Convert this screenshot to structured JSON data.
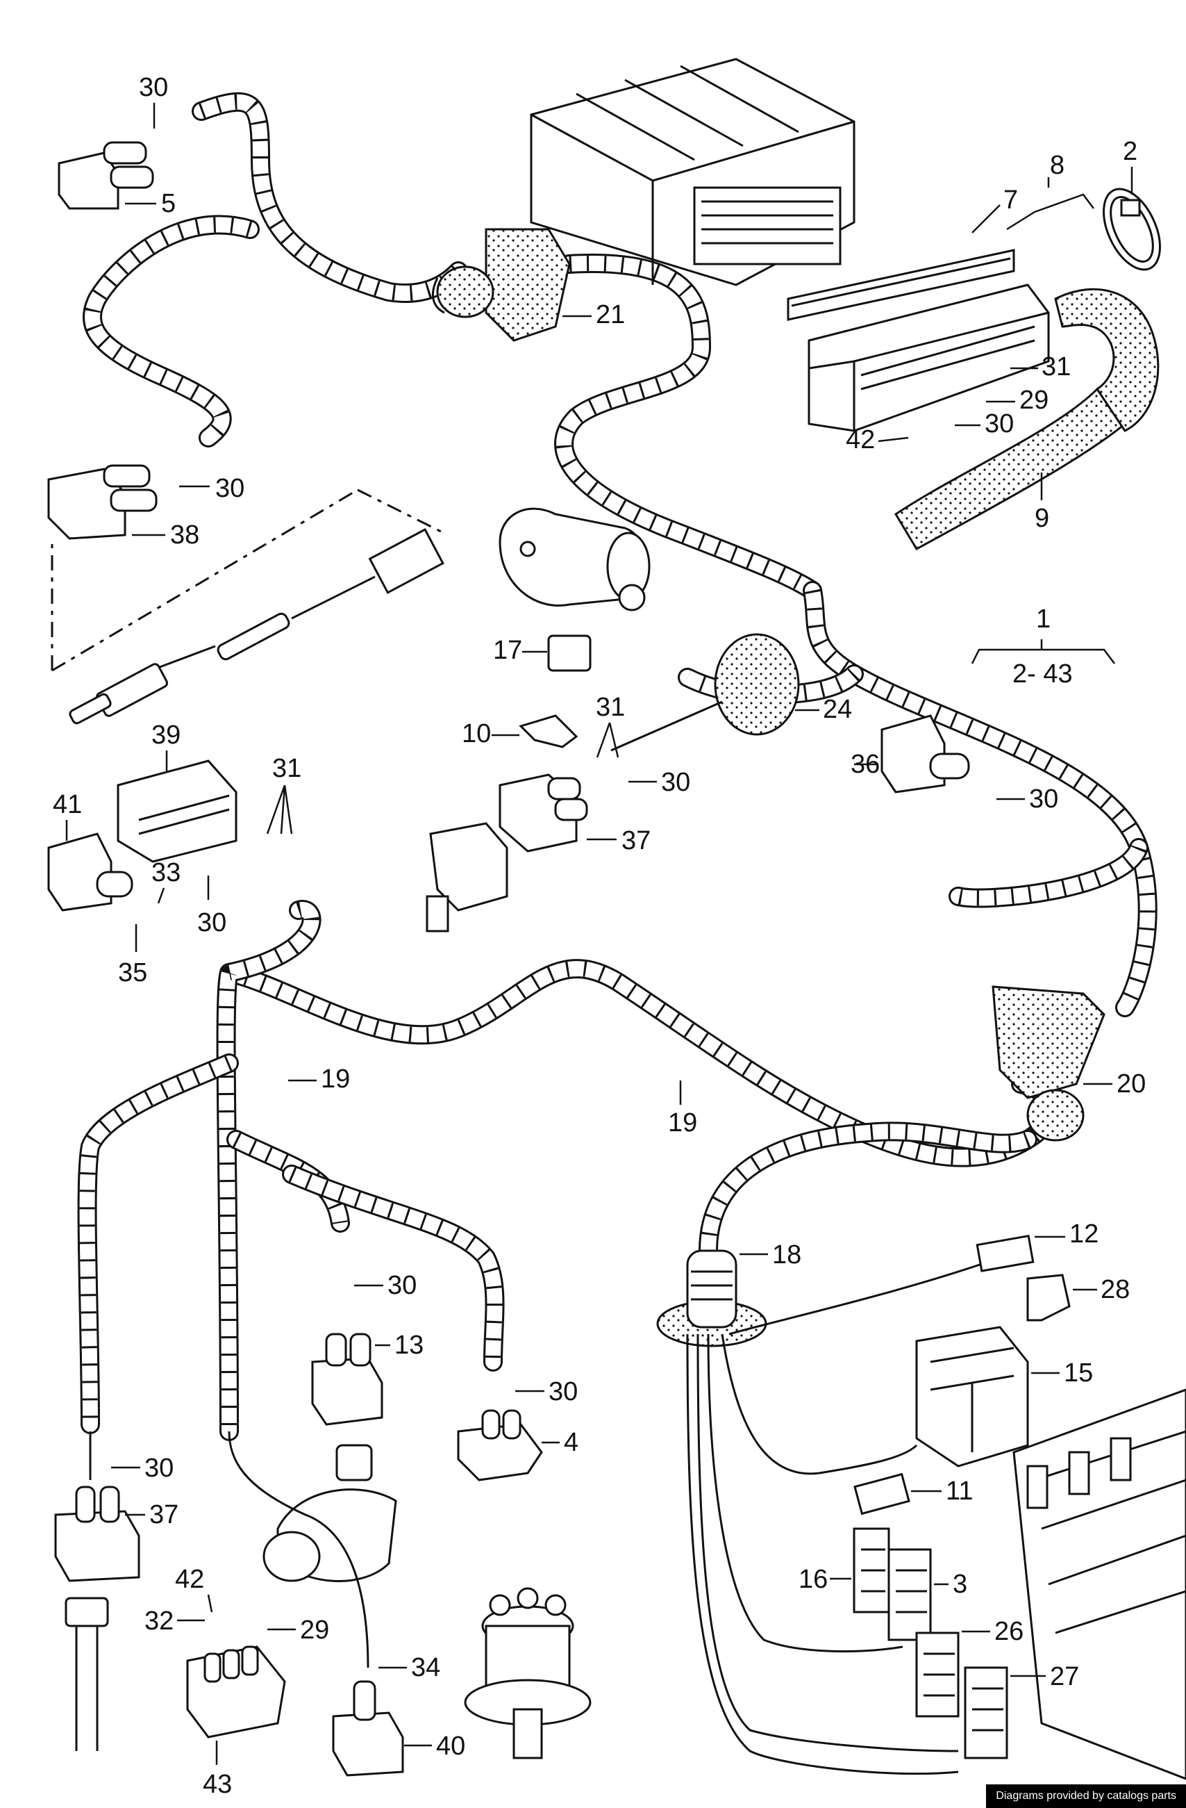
{
  "credit": "Diagrams provided by catalogs parts",
  "labels": {
    "l1": "1",
    "l2": "2",
    "l2_43": "2- 43",
    "l3": "3",
    "l4": "4",
    "l5": "5",
    "l7": "7",
    "l8": "8",
    "l9": "9",
    "l10": "10",
    "l11": "11",
    "l12": "12",
    "l13": "13",
    "l15": "15",
    "l16": "16",
    "l17": "17",
    "l18": "18",
    "l19a": "19",
    "l19b": "19",
    "l20": "20",
    "l21": "21",
    "l24": "24",
    "l26": "26",
    "l27": "27",
    "l28": "28",
    "l29a": "29",
    "l29b": "29",
    "l30a": "30",
    "l30b": "30",
    "l30c": "30",
    "l30d": "30",
    "l30e": "30",
    "l30f": "30",
    "l30g": "30",
    "l30h": "30",
    "l30i": "30",
    "l31a": "31",
    "l31b": "31",
    "l31c": "31",
    "l32": "32",
    "l33": "33",
    "l34": "34",
    "l35": "35",
    "l36": "36",
    "l37a": "37",
    "l37b": "37",
    "l38": "38",
    "l39": "39",
    "l40": "40",
    "l41": "41",
    "l42a": "42",
    "l42b": "42",
    "l43": "43"
  }
}
